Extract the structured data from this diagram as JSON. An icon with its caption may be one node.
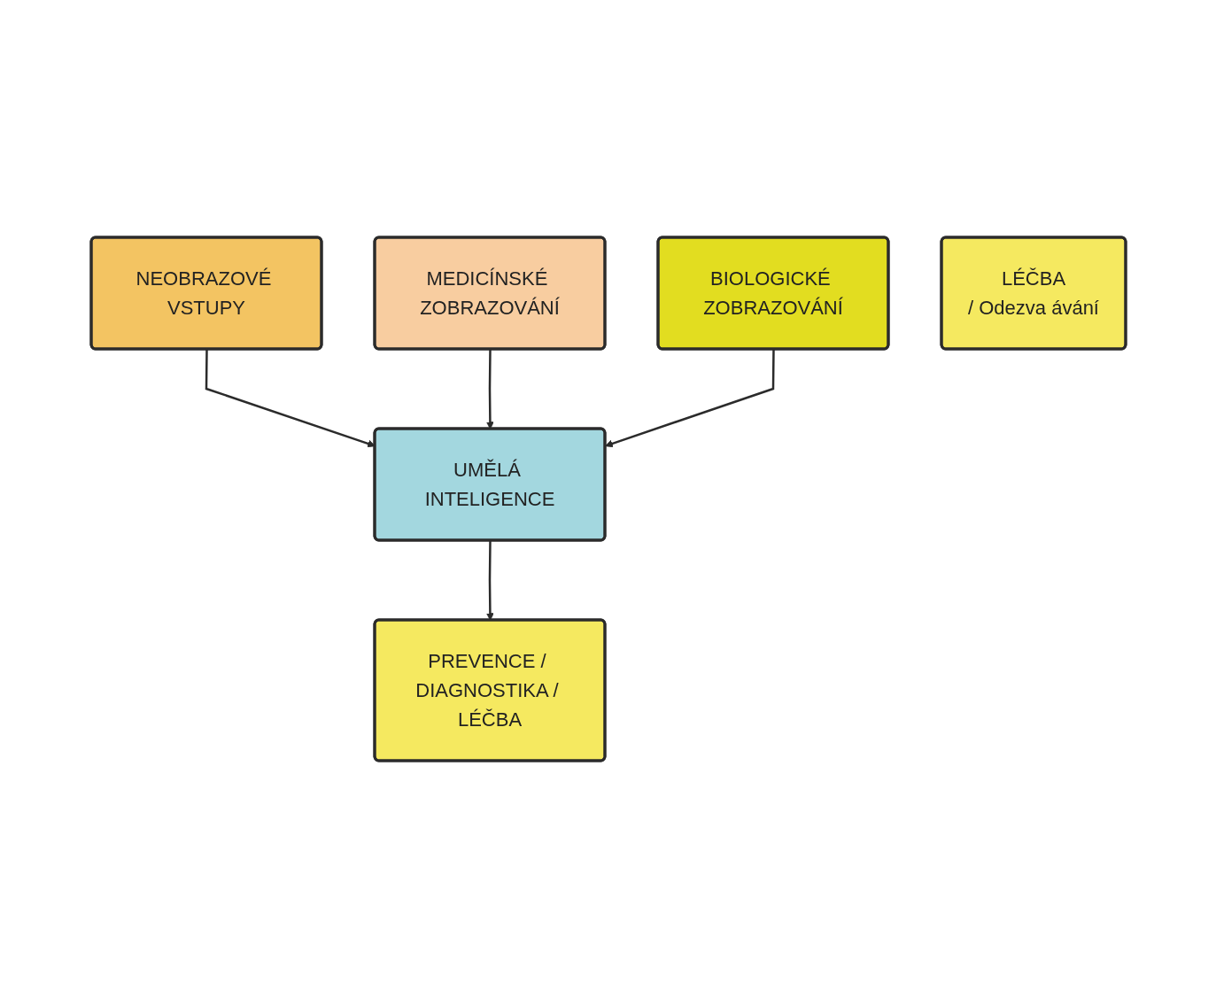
{
  "diagram": {
    "nodes": [
      {
        "text": [
          "NEOBRAZOVÉ VSTUPY"
        ]
      },
      {
        "text": [
          "MEDICÍNSKÉ ZOBRAZOVÁNÍ"
        ]
      },
      {
        "text": [
          "BIOLOGICKÉ ZOBRAZOVÁNÍ"
        ]
      },
      {
        "text": [
          "UMĚLÁ INTELIGENCE"
        ]
      },
      {
        "text": [
          "LÉČBA",
          "/ Odezva ávání"
        ]
      },
      {
        "text": [
          "PREVENCE / DIAGNOSTIKA / LÉČBA"
        ]
      }
    ],
    "edges": [
      {
        "from": 0,
        "to": 3,
        "arrow": "to"
      },
      {
        "from": 1,
        "to": 3,
        "arrow": "to"
      },
      {
        "from": 2,
        "to": 3,
        "arrow": "to"
      },
      {
        "from": 3,
        "to": 5,
        "arrow": "to"
      }
    ]
  }
}
